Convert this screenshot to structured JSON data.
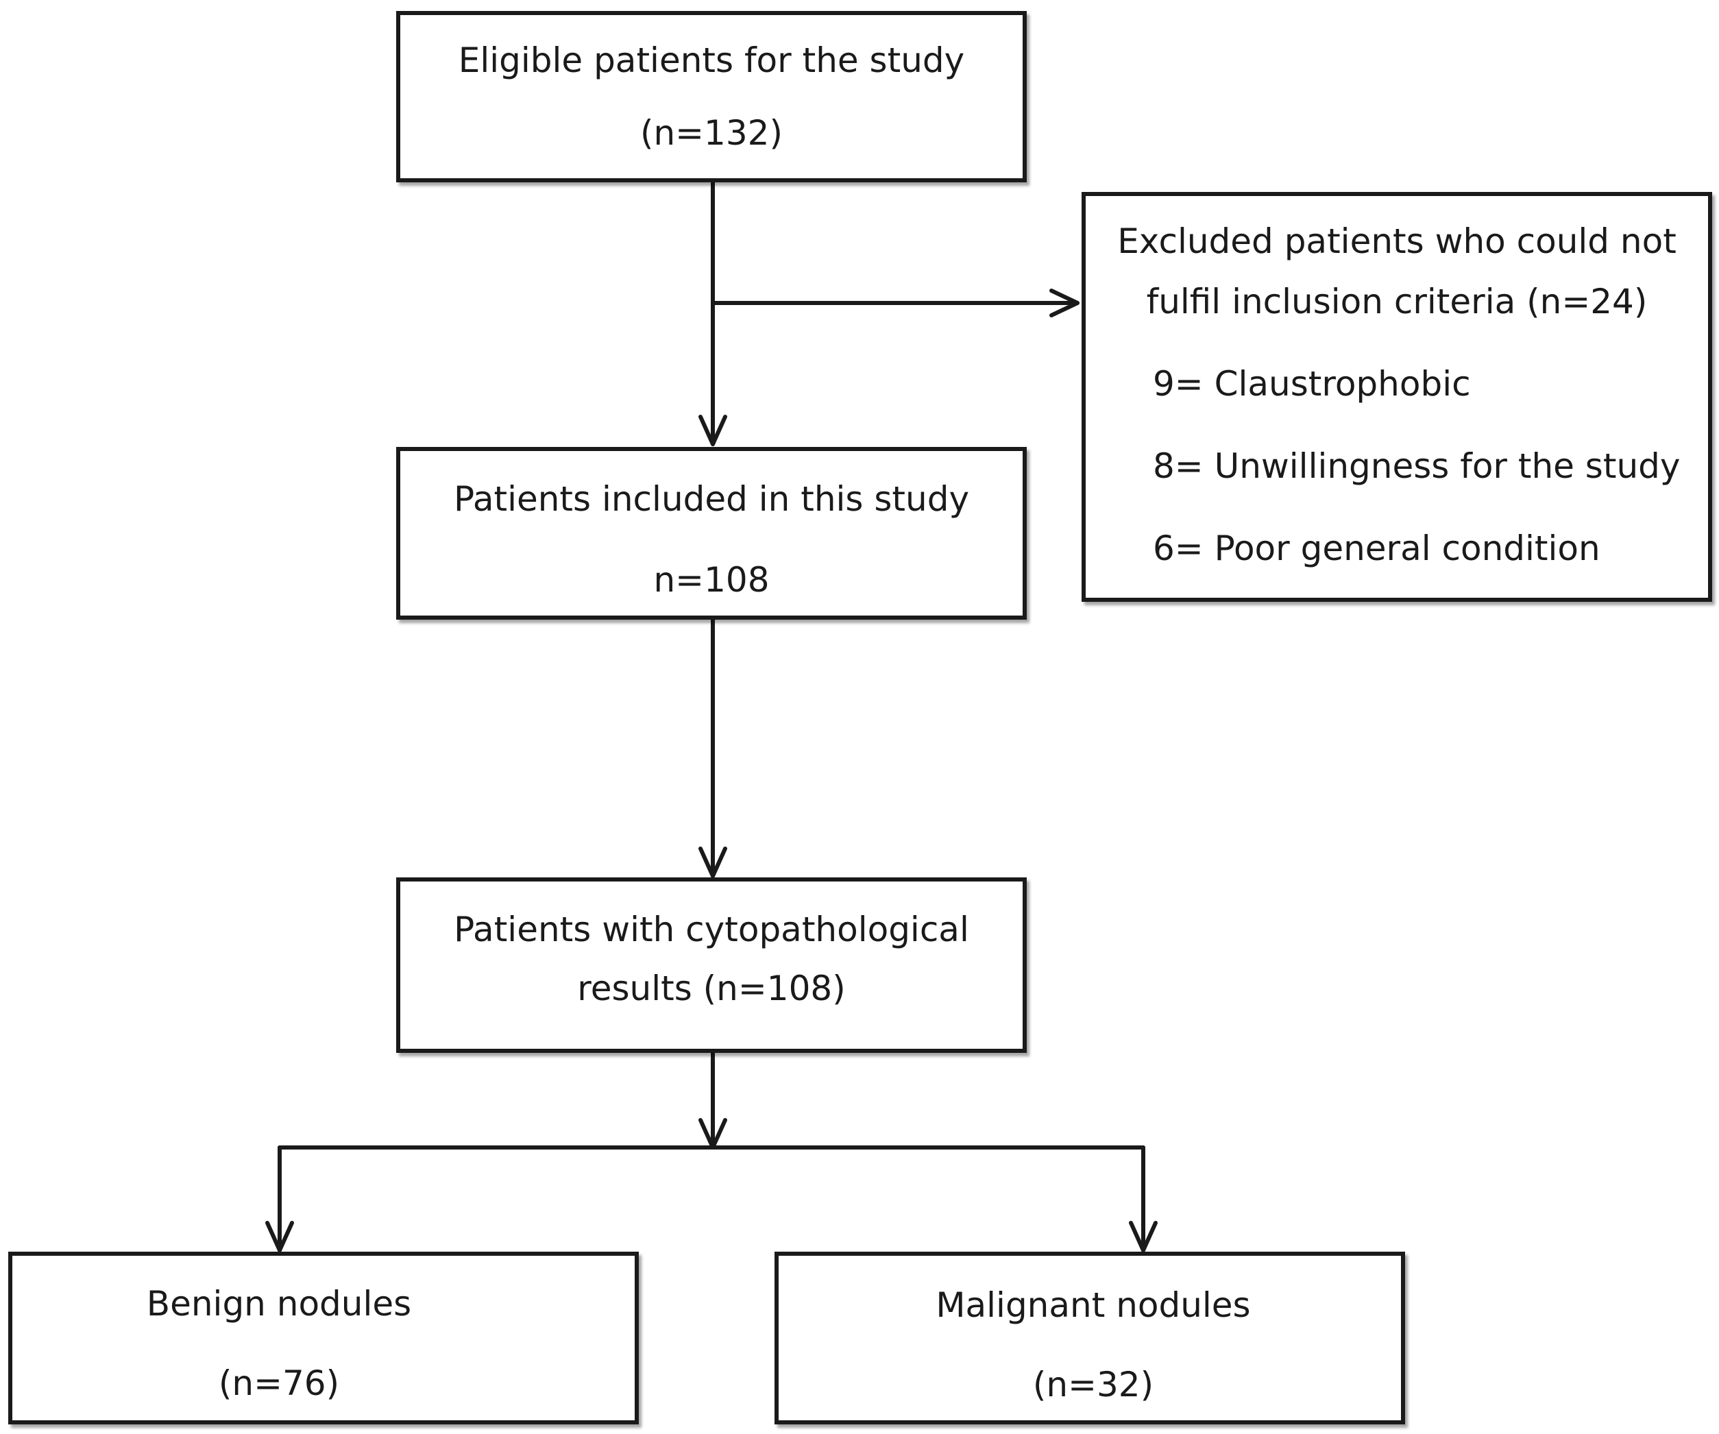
{
  "diagram": {
    "eligible": {
      "line1": "Eligible patients for the study",
      "line2": "(n=132)"
    },
    "excluded": {
      "line1": "Excluded patients who could not",
      "line2": "fulfil inclusion criteria (n=24)",
      "reasons": [
        "9= Claustrophobic",
        "8= Unwillingness for the study",
        "6= Poor general condition"
      ]
    },
    "included": {
      "line1": "Patients included in this study",
      "line2": "n=108"
    },
    "cytopath": {
      "line1": "Patients with cytopathological",
      "line2": "results (n=108)"
    },
    "benign": {
      "line1": "Benign nodules",
      "line2": "(n=76)"
    },
    "malignant": {
      "line1": "Malignant nodules",
      "line2": "(n=32)"
    }
  }
}
